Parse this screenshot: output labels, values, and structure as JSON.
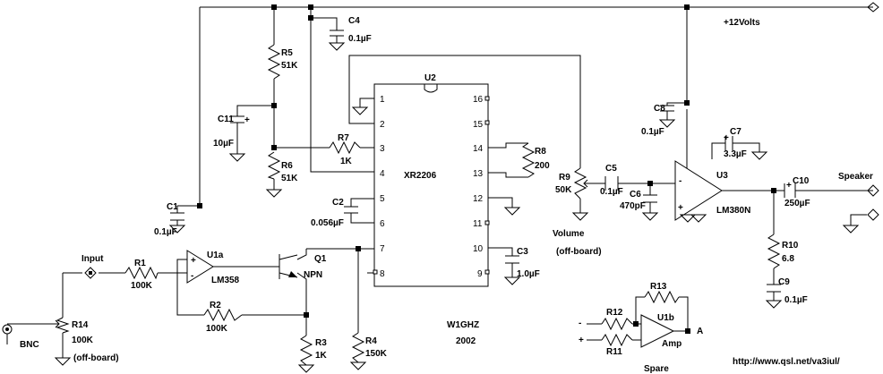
{
  "power": {
    "supply": "+12Volts"
  },
  "ic": {
    "ref": "U2",
    "part": "XR2206",
    "pins_left": [
      "1",
      "2",
      "3",
      "4",
      "5",
      "6",
      "7",
      "8"
    ],
    "pins_right": [
      "16",
      "15",
      "14",
      "13",
      "12",
      "11",
      "10",
      "9"
    ]
  },
  "components": {
    "r5": {
      "ref": "R5",
      "value": "51K"
    },
    "r6": {
      "ref": "R6",
      "value": "51K"
    },
    "r7": {
      "ref": "R7",
      "value": "1K"
    },
    "r8": {
      "ref": "R8",
      "value": "200"
    },
    "r9": {
      "ref": "R9",
      "value": "50K"
    },
    "r1": {
      "ref": "R1",
      "value": "100K"
    },
    "r2": {
      "ref": "R2",
      "value": "100K"
    },
    "r3": {
      "ref": "R3",
      "value": "1K"
    },
    "r4": {
      "ref": "R4",
      "value": "150K"
    },
    "r10": {
      "ref": "R10",
      "value": "6.8"
    },
    "r11": {
      "ref": "R11"
    },
    "r12": {
      "ref": "R12"
    },
    "r13": {
      "ref": "R13"
    },
    "r14": {
      "ref": "R14",
      "value": "100K",
      "note": "(off-board)"
    },
    "c1": {
      "ref": "C1",
      "value": "0.1µF"
    },
    "c2": {
      "ref": "C2",
      "value": "0.056µF"
    },
    "c3": {
      "ref": "C3",
      "value": "1.0µF"
    },
    "c4": {
      "ref": "C4",
      "value": "0.1µF"
    },
    "c5": {
      "ref": "C5",
      "value": "0.1µF"
    },
    "c6": {
      "ref": "C6",
      "value": "470pF"
    },
    "c7": {
      "ref": "C7",
      "value": "3.3µF"
    },
    "c8": {
      "ref": "C8",
      "value": "0.1µF"
    },
    "c9": {
      "ref": "C9",
      "value": "0.1µF"
    },
    "c10": {
      "ref": "C10",
      "value": "250µF"
    },
    "c11": {
      "ref": "C11",
      "value": "10µF"
    },
    "q1": {
      "ref": "Q1",
      "type": "NPN"
    },
    "u1a": {
      "ref": "U1a",
      "part": "LM358"
    },
    "u1b": {
      "ref": "U1b",
      "label": "Amp",
      "output": "A"
    },
    "u3": {
      "ref": "U3",
      "part": "LM380N"
    }
  },
  "labels": {
    "input": "Input",
    "bnc": "BNC",
    "volume": "Volume",
    "volume_note": "(off-board)",
    "speaker": "Speaker",
    "spare": "Spare",
    "author": "W1GHZ",
    "year": "2002",
    "url": "http://www.qsl.net/va3iul/",
    "plus": "+",
    "minus": "-"
  }
}
